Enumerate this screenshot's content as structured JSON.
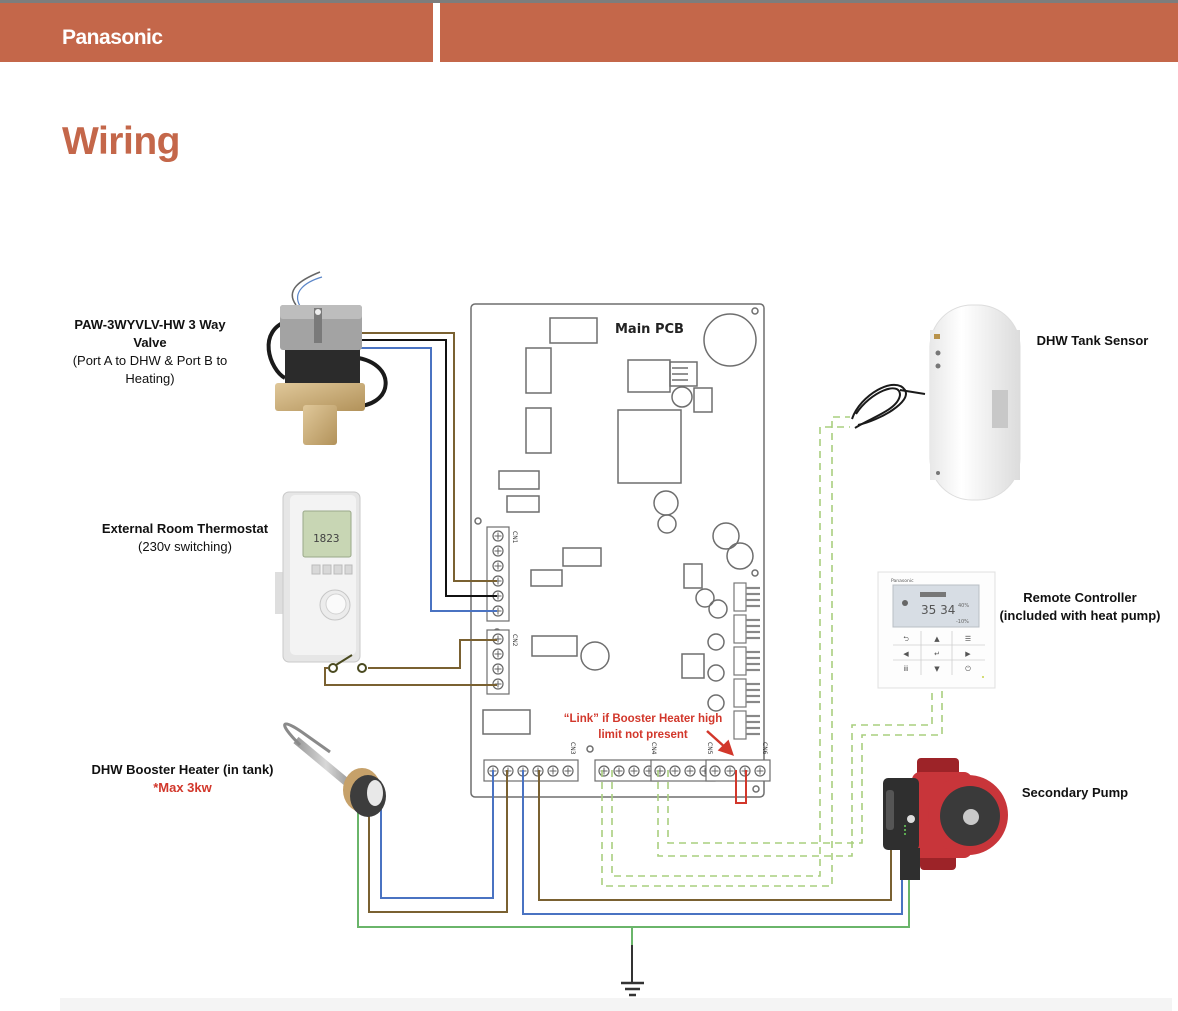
{
  "header": {
    "brand": "Panasonic",
    "accent_color": "#c4674a"
  },
  "page": {
    "title": "Wiring"
  },
  "components": {
    "valve": {
      "title": "PAW-3WYVLV-HW 3 Way Valve",
      "subtitle": "(Port A to DHW & Port B to Heating)"
    },
    "thermostat": {
      "title": "External Room Thermostat",
      "subtitle": "(230v switching)",
      "display_value": "1823"
    },
    "booster": {
      "title": "DHW Booster Heater (in tank)",
      "note": "*Max 3kw"
    },
    "pcb": {
      "title": "Main PCB",
      "connectors": [
        "CN1",
        "CN2",
        "CN3",
        "CN4",
        "CN5",
        "CN6"
      ]
    },
    "link_note": "“Link” if Booster Heater high limit not present",
    "tank_sensor": {
      "title": "DHW Tank Sensor"
    },
    "remote": {
      "title": "Remote Controller",
      "subtitle": "(included with heat pump)",
      "brand": "Panasonic",
      "temps": "35 34",
      "side_values": [
        "40%",
        "-10%"
      ],
      "buttons": [
        "back",
        "up",
        "menu",
        "left",
        "enter",
        "right",
        "quiet",
        "down",
        "power"
      ]
    },
    "pump": {
      "title": "Secondary Pump"
    }
  },
  "wire_colors": {
    "live_brown": "#7a6131",
    "neutral_blue": "#4a73c2",
    "black": "#111111",
    "earth_green": "#6ab56a",
    "sensor_dashed": "#a9cf7f",
    "link_red": "#d2372b"
  }
}
